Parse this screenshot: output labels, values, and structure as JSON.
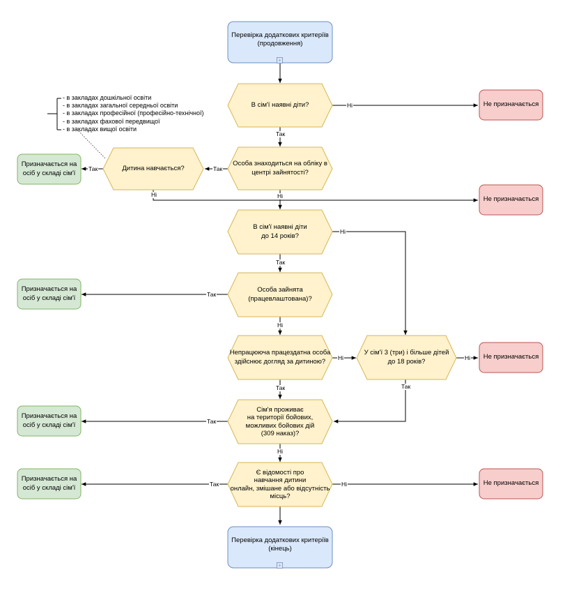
{
  "nodes": {
    "start": "Перевірка додаткових критеріїв\n(продовження)",
    "q_children": "В сім'ї наявні діти?",
    "q_employment_center": "Особа знаходиться на обліку в\nцентрі зайнятості?",
    "q_child_studies": "Дитина навчається?",
    "q_under14": "В сім'ї наявні діти\nдо 14 років?",
    "q_employed": "Особа зайнята\n(працевлаштована)?",
    "q_care": "Непрацююча працездатна особа\nздійснює догляд за дитиною?",
    "q_three_children": "У сім'ї 3 (три) і більше дітей\nдо 18 років?",
    "q_combat": "Сім'я проживає\nна території бойових,\nможливих бойових дій\n(309 наказ)?",
    "q_online": "Є відомості про\nнавчання дитини\nонлайн, змішане або відсутність\nмісць?",
    "end": "Перевірка додаткових критеріїв\n(кінець)",
    "grant_1": "Призначається на\nосіб у складі сім'ї",
    "grant_2": "Призначається на\nосіб у складі сім'ї",
    "grant_3": "Призначається на\nосіб у складі сім'ї",
    "grant_4": "Призначається на\nосіб у складі сім'ї",
    "deny_1": "Не призначається",
    "deny_2": "Не призначається",
    "deny_3": "Не призначається",
    "deny_4": "Не призначається"
  },
  "note": [
    "- в закладах дошкільної освіти",
    "- в закладах загальної середньої освіти",
    "- в закладах професійної (професійно-технічної)",
    "- в закладах фахової передвищої",
    "- в закладах вищої освіти"
  ],
  "labels": {
    "yes": "Так",
    "no": "Ні",
    "expand": "+"
  },
  "colors": {
    "start_fill": "#dae8fc",
    "start_stroke": "#6c8ebf",
    "decision_fill": "#fff2cc",
    "decision_stroke": "#d6b656",
    "grant_fill": "#d5e8d4",
    "grant_stroke": "#82b366",
    "deny_fill": "#f8cecc",
    "deny_stroke": "#b85450"
  }
}
